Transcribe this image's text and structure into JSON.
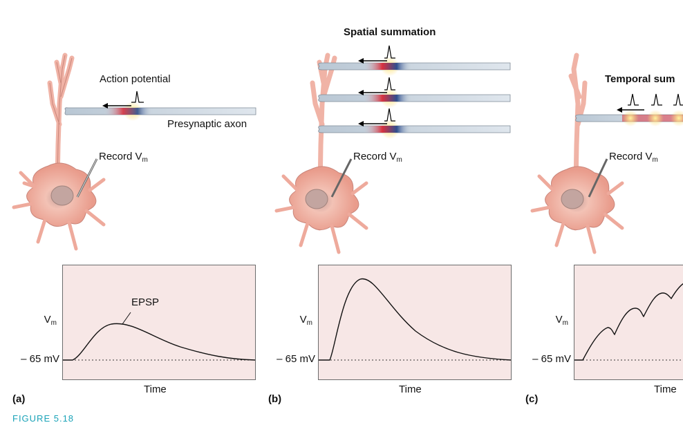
{
  "spatial_title": "Spatial summation",
  "temporal_title": "Temporal sum",
  "action_potential_label": "Action potential",
  "presynaptic_axon_label": "Presynaptic axon",
  "record_label": "Record V",
  "record_sub": "m",
  "epsp_label": "EPSP",
  "vm_label": "V",
  "vm_sub": "m",
  "baseline_label": "– 65 mV",
  "time_label": "Time",
  "time_label_c": "Time",
  "panel_a": "(a)",
  "panel_b": "(b)",
  "panel_c": "(c)",
  "figure_caption": "FIGURE 5.18",
  "colors": {
    "plot_bg": "#f7e7e6",
    "neuron": "#f0b3a6",
    "axon": "#c9d3dc",
    "spike_red": "#d8323f",
    "spike_blue": "#2f4f8f",
    "glow": "#ffd86a"
  }
}
